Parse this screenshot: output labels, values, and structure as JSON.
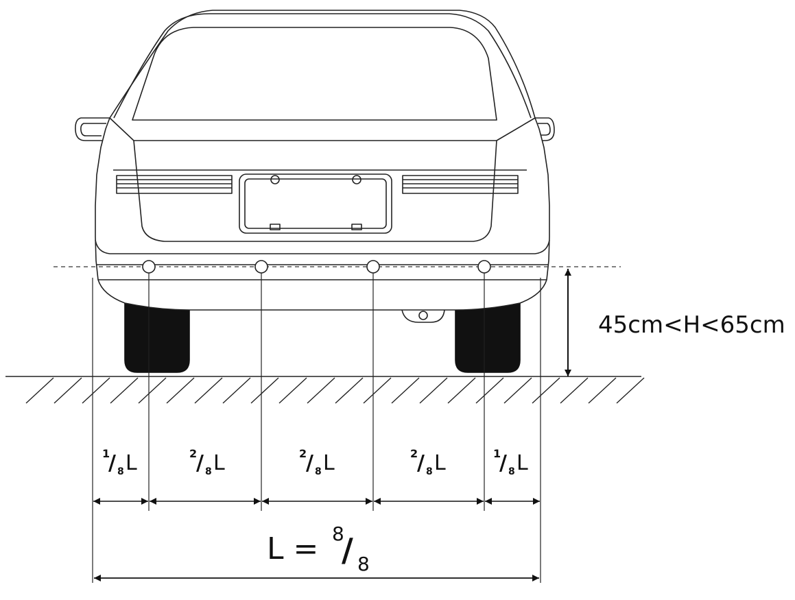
{
  "height_label": "45cm<H<65cm",
  "segments": [
    {
      "num": "1",
      "den": "8",
      "unit": "L"
    },
    {
      "num": "2",
      "den": "8",
      "unit": "L"
    },
    {
      "num": "2",
      "den": "8",
      "unit": "L"
    },
    {
      "num": "2",
      "den": "8",
      "unit": "L"
    },
    {
      "num": "1",
      "den": "8",
      "unit": "L"
    }
  ],
  "total": {
    "lhs": "L = ",
    "num": "8",
    "den": "8"
  }
}
